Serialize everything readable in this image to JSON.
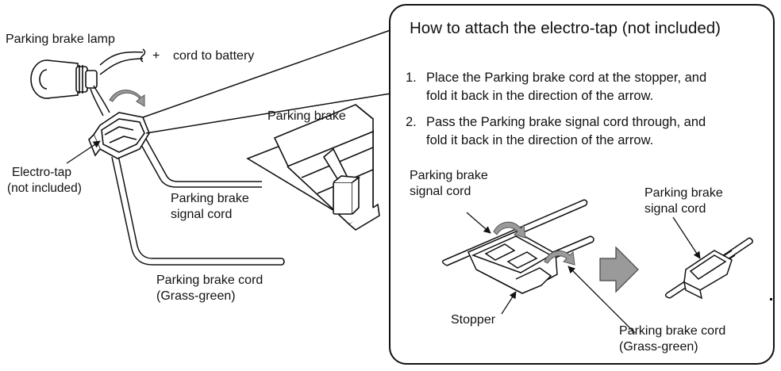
{
  "left": {
    "lamp_label": "Parking brake lamp",
    "plus_sign": "+",
    "battery_label": "cord to battery",
    "brake_label": "Parking brake",
    "tap_label_1": "Electro-tap",
    "tap_label_2": "(not included)",
    "signal_label_1": "Parking brake",
    "signal_label_2": "signal cord",
    "cord_label_1": "Parking brake cord",
    "cord_label_2": "(Grass-green)"
  },
  "panel": {
    "title": "How to attach the electro-tap (not included)",
    "steps": [
      {
        "num": "1.",
        "line1": "Place the Parking brake cord at the stopper, and",
        "line2": "fold it back in the direction of the arrow."
      },
      {
        "num": "2.",
        "line1": "Pass the Parking brake signal cord through, and",
        "line2": "fold it back in the direction of the arrow."
      }
    ],
    "before_signal_1": "Parking brake",
    "before_signal_2": "signal cord",
    "stopper_label": "Stopper",
    "after_signal_1": "Parking brake",
    "after_signal_2": "signal cord",
    "after_cord_1": "Parking brake cord",
    "after_cord_2": "(Grass-green)"
  },
  "colors": {
    "line": "#111111",
    "arrow_fill": "#9a9a9a",
    "body_fill": "#ffffff"
  }
}
